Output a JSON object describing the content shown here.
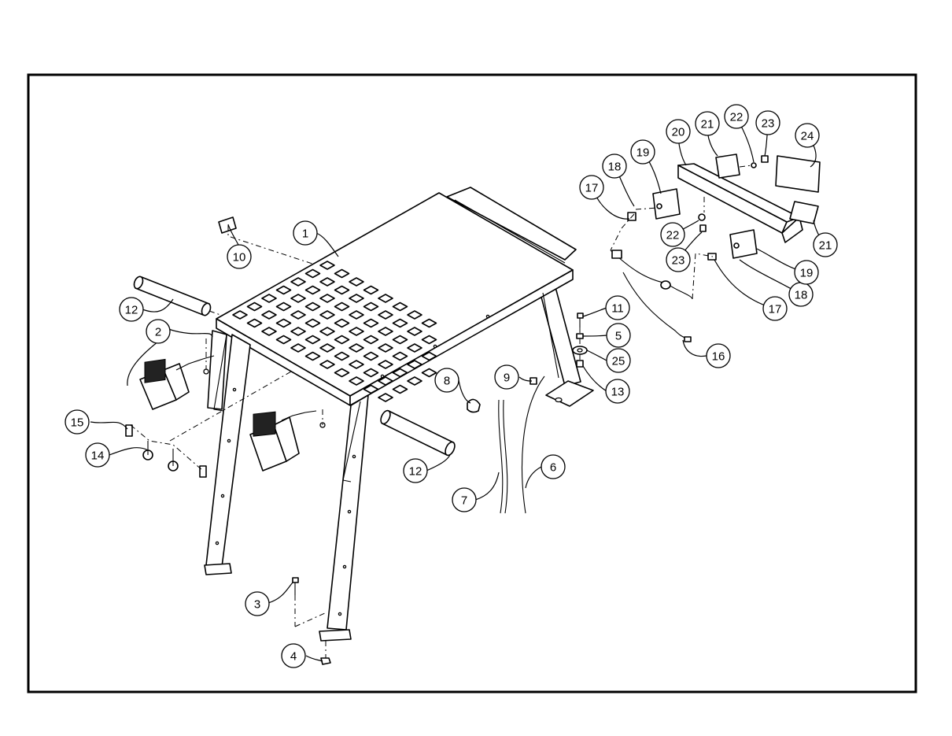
{
  "callouts": [
    {
      "id": "c1",
      "label": "1"
    },
    {
      "id": "c2",
      "label": "2"
    },
    {
      "id": "c3",
      "label": "3"
    },
    {
      "id": "c4",
      "label": "4"
    },
    {
      "id": "c5",
      "label": "5"
    },
    {
      "id": "c6",
      "label": "6"
    },
    {
      "id": "c7",
      "label": "7"
    },
    {
      "id": "c8",
      "label": "8"
    },
    {
      "id": "c9",
      "label": "9"
    },
    {
      "id": "c10",
      "label": "10"
    },
    {
      "id": "c11",
      "label": "11"
    },
    {
      "id": "c12a",
      "label": "12"
    },
    {
      "id": "c12b",
      "label": "12"
    },
    {
      "id": "c13",
      "label": "13"
    },
    {
      "id": "c14",
      "label": "14"
    },
    {
      "id": "c15",
      "label": "15"
    },
    {
      "id": "c16",
      "label": "16"
    },
    {
      "id": "c17a",
      "label": "17"
    },
    {
      "id": "c17b",
      "label": "17"
    },
    {
      "id": "c18a",
      "label": "18"
    },
    {
      "id": "c18b",
      "label": "18"
    },
    {
      "id": "c19a",
      "label": "19"
    },
    {
      "id": "c19b",
      "label": "19"
    },
    {
      "id": "c20",
      "label": "20"
    },
    {
      "id": "c21a",
      "label": "21"
    },
    {
      "id": "c21b",
      "label": "21"
    },
    {
      "id": "c22a",
      "label": "22"
    },
    {
      "id": "c22b",
      "label": "22"
    },
    {
      "id": "c23a",
      "label": "23"
    },
    {
      "id": "c23b",
      "label": "23"
    },
    {
      "id": "c24",
      "label": "24"
    },
    {
      "id": "c25",
      "label": "25"
    }
  ]
}
